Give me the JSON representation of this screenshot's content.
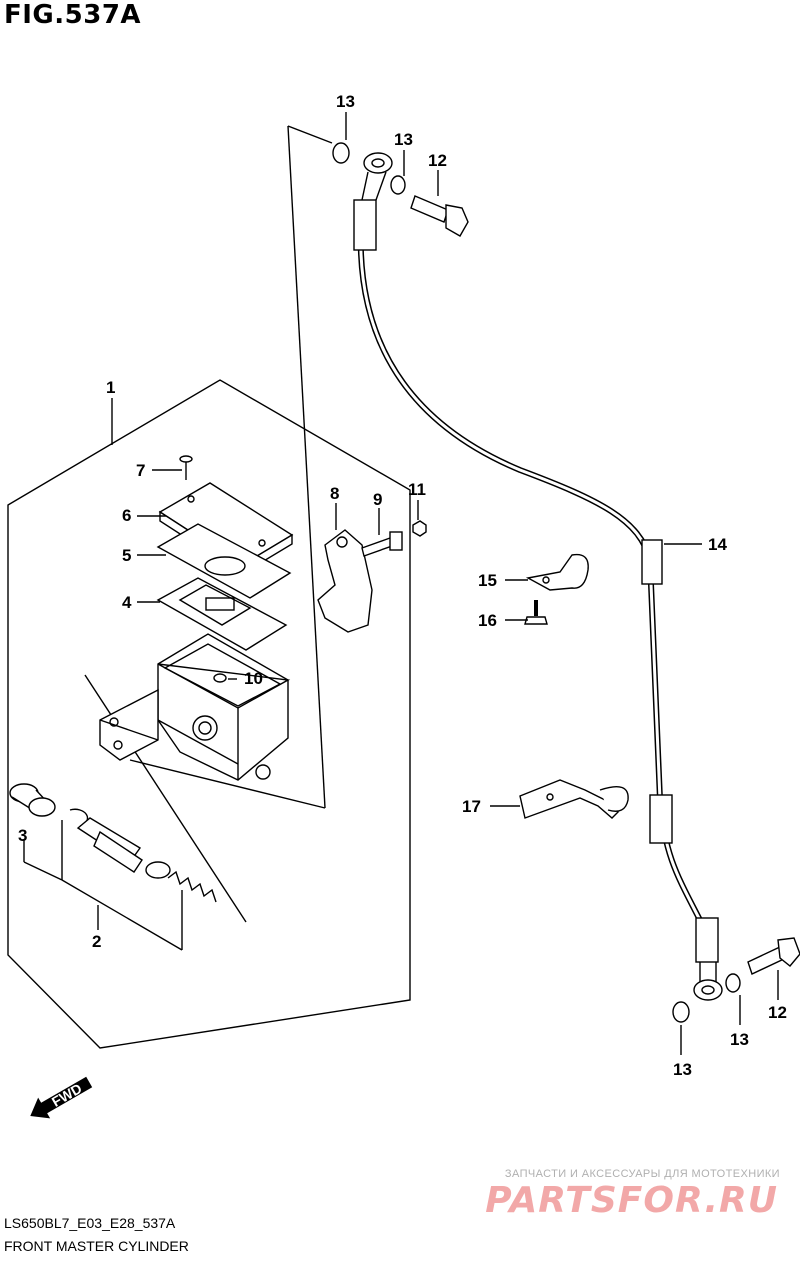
{
  "figure": {
    "title": "FIG.537A",
    "code": "LS650BL7_E03_E28_537A",
    "name": "FRONT MASTER CYLINDER"
  },
  "callouts": {
    "c1": "1",
    "c2": "2",
    "c3": "3",
    "c4": "4",
    "c5": "5",
    "c6": "6",
    "c7": "7",
    "c8": "8",
    "c9": "9",
    "c10": "10",
    "c11": "11",
    "c12a": "12",
    "c12b": "12",
    "c13a": "13",
    "c13b": "13",
    "c13c": "13",
    "c13d": "13",
    "c14": "14",
    "c15": "15",
    "c16": "16",
    "c17": "17"
  },
  "direction_badge": "FWD",
  "watermark": {
    "tagline": "ЗАПЧАСТИ И АКСЕССУАРЫ ДЛЯ МОТОТЕХНИКИ",
    "logo": "PARTSFOR.RU"
  }
}
